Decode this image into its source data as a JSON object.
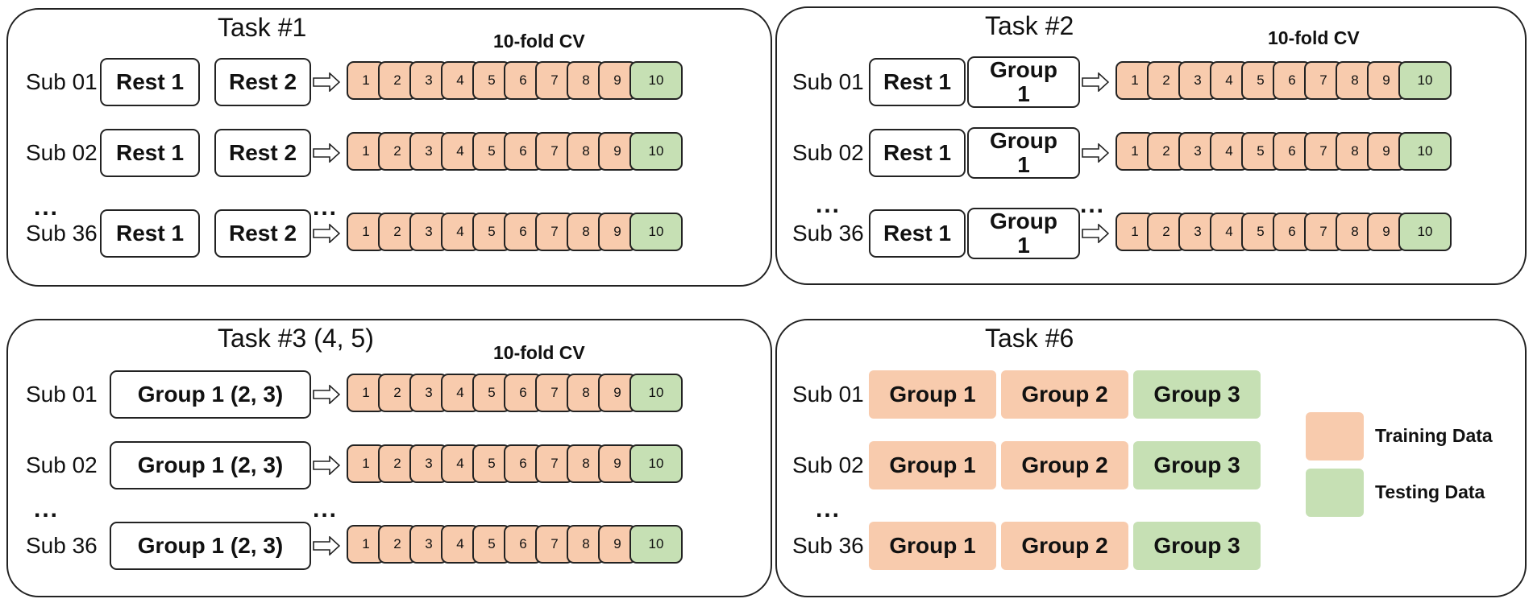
{
  "colors": {
    "training": "#f8cbad",
    "testing": "#c6e0b4",
    "border": "#222222"
  },
  "folds": [
    "1",
    "2",
    "3",
    "4",
    "5",
    "6",
    "7",
    "8",
    "9",
    "10"
  ],
  "ellipsis": "...",
  "arrow_icon": "hollow-right-arrow",
  "tasks": [
    {
      "title": "Task #1",
      "cv_label": "10-fold CV",
      "rows": [
        {
          "subject": "Sub 01",
          "blocks": [
            "Rest 1",
            "Rest 2"
          ]
        },
        {
          "subject": "Sub 02",
          "blocks": [
            "Rest 1",
            "Rest 2"
          ]
        },
        {
          "subject": "Sub 36",
          "blocks": [
            "Rest 1",
            "Rest 2"
          ]
        }
      ]
    },
    {
      "title": "Task #2",
      "cv_label": "10-fold CV",
      "rows": [
        {
          "subject": "Sub 01",
          "blocks": [
            "Rest 1",
            "Group 1"
          ]
        },
        {
          "subject": "Sub 02",
          "blocks": [
            "Rest 1",
            "Group 1"
          ]
        },
        {
          "subject": "Sub 36",
          "blocks": [
            "Rest 1",
            "Group 1"
          ]
        }
      ]
    },
    {
      "title": "Task #3 (4, 5)",
      "cv_label": "10-fold CV",
      "rows": [
        {
          "subject": "Sub 01",
          "blocks": [
            "Group 1 (2, 3)"
          ]
        },
        {
          "subject": "Sub 02",
          "blocks": [
            "Group 1 (2, 3)"
          ]
        },
        {
          "subject": "Sub 36",
          "blocks": [
            "Group 1 (2, 3)"
          ]
        }
      ]
    },
    {
      "title": "Task #6",
      "rows": [
        {
          "subject": "Sub 01",
          "groups": [
            {
              "label": "Group 1",
              "role": "training"
            },
            {
              "label": "Group 2",
              "role": "training"
            },
            {
              "label": "Group 3",
              "role": "testing"
            }
          ]
        },
        {
          "subject": "Sub 02",
          "groups": [
            {
              "label": "Group 1",
              "role": "training"
            },
            {
              "label": "Group 2",
              "role": "training"
            },
            {
              "label": "Group 3",
              "role": "testing"
            }
          ]
        },
        {
          "subject": "Sub 36",
          "groups": [
            {
              "label": "Group 1",
              "role": "training"
            },
            {
              "label": "Group 2",
              "role": "training"
            },
            {
              "label": "Group 3",
              "role": "testing"
            }
          ]
        }
      ]
    }
  ],
  "legend": [
    {
      "label": "Training Data",
      "role": "training"
    },
    {
      "label": "Testing Data",
      "role": "testing"
    }
  ]
}
